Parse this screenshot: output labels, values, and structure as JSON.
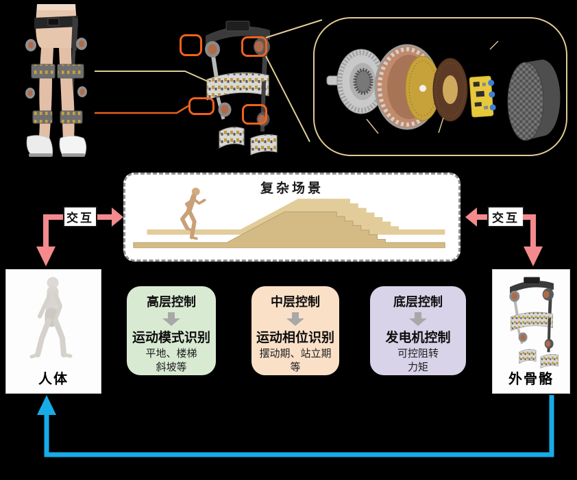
{
  "scenario": {
    "title": "复杂场景"
  },
  "interaction": {
    "left": "交互",
    "right": "交互"
  },
  "human_box": {
    "label": "人体"
  },
  "exoskeleton_box": {
    "label": "外骨骼"
  },
  "controls": [
    {
      "title": "高层控制",
      "result": "运动模式识别",
      "detail1": "平地、楼梯",
      "detail2": "斜坡等"
    },
    {
      "title": "中层控制",
      "result": "运动相位识别",
      "detail1": "摆动期、站立期",
      "detail2": "等"
    },
    {
      "title": "底层控制",
      "result": "发电机控制",
      "detail1": "可控阻转",
      "detail2": "力矩"
    }
  ],
  "icons": {
    "down_arrow": "block-down-arrow",
    "interaction_arrows": "pink-elbow-arrows",
    "feedback_arrow": "blue-elbow-arrow"
  },
  "colors": {
    "background": "#000000",
    "highlight_orange": "#f2621d",
    "callout_line_tan": "#e3cd98",
    "arrow_pink": "#f48a8d",
    "feedback_blue": "#17ace8",
    "box_green": "#d9ead3",
    "box_peach": "#fbe0c8",
    "box_lavender": "#d8d3e8",
    "terrain_tan": "#d4bb85",
    "gray_arrow": "#a8a8a8"
  }
}
